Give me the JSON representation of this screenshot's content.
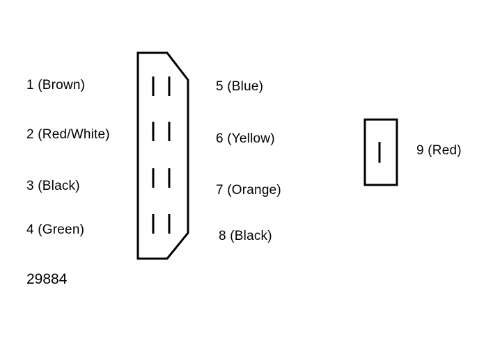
{
  "connector_8_pin": {
    "pins": [
      {
        "label": "1 (Brown)"
      },
      {
        "label": "2 (Red/White)"
      },
      {
        "label": "3 (Black)"
      },
      {
        "label": "4 (Green)"
      },
      {
        "label": "5 (Blue)"
      },
      {
        "label": "6 (Yellow)"
      },
      {
        "label": "7 (Orange)"
      },
      {
        "label": "8 (Black)"
      }
    ]
  },
  "connector_1_pin": {
    "pins": [
      {
        "label": "9 (Red)"
      }
    ]
  },
  "reference_number": "29884",
  "colors": {
    "line": "#000000",
    "background": "#ffffff"
  }
}
